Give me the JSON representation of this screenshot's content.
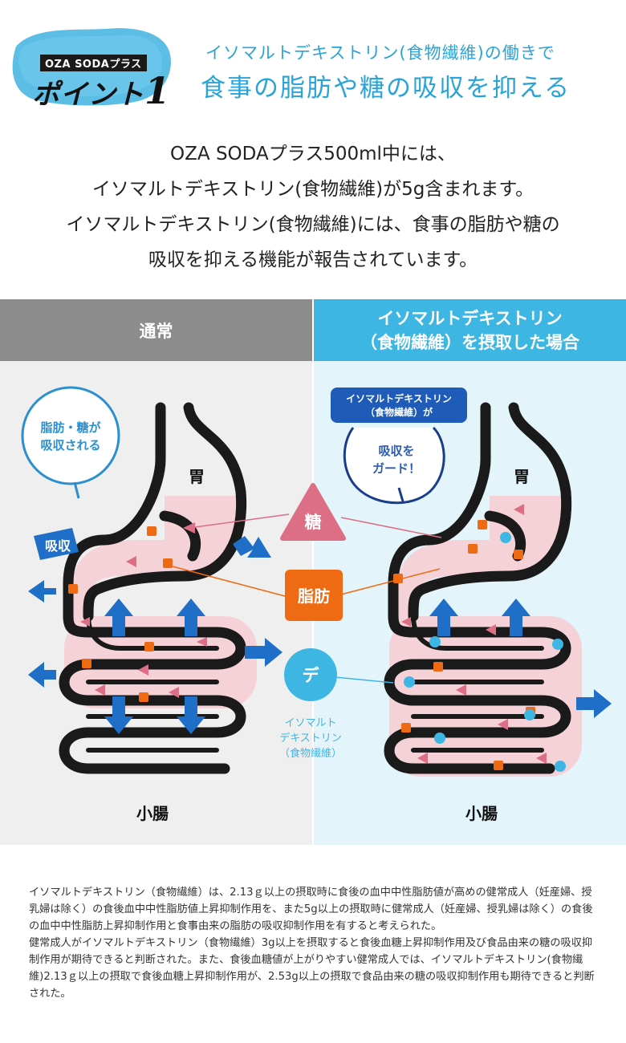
{
  "badge": {
    "sub": "OZA SODAプラス",
    "main": "ポイント",
    "num": "1"
  },
  "headline": {
    "line1": "イソマルトデキストリン(食物繊維)の働きで",
    "line2": "食事の脂肪や糖の吸収を抑える"
  },
  "intro": [
    "OZA SODAプラス500ml中には、",
    "イソマルトデキストリン(食物繊維)が5g含まれます。",
    "イソマルトデキストリン(食物繊維)には、食事の脂肪や糖の",
    "吸収を抑える機能が報告されています。"
  ],
  "diagram": {
    "left_header": "通常",
    "right_header_1": "イソマルトデキストリン",
    "right_header_2": "（食物繊維）を摂取した場合",
    "left_bubble": [
      "脂肪・糖が",
      "吸収される"
    ],
    "right_tag": [
      "イソマルトデキストリン",
      "（食物繊維）が"
    ],
    "right_bubble": [
      "吸収を",
      "ガード！"
    ],
    "stomach_label": "胃",
    "absorb_label": "吸収",
    "intestine_label": "小腸",
    "legend_sugar": "糖",
    "legend_fat": "脂肪",
    "legend_dextrin": "デ",
    "legend_dextrin_caption": [
      "イソマルト",
      "デキストリン",
      "（食物繊維）"
    ]
  },
  "colors": {
    "accent_blue": "#29a3d8",
    "panel_blue": "#3db6e4",
    "sugar_pink": "#dc6e86",
    "fat_orange": "#ee6b13",
    "arrow_blue": "#1f6ec7",
    "gut_fill": "#f5d2d8"
  },
  "footnote": [
    "イソマルトデキストリン（食物繊維）は、2.13ｇ以上の摂取時に食後の血中中性脂肪値が高めの健常成人（妊産婦、授乳婦は除く）の食後血中中性脂肪値上昇抑制作用を、また5g以上の摂取時に健常成人（妊産婦、授乳婦は除く）の食後の血中中性脂肪上昇抑制作用と食事由来の脂肪の吸収抑制作用を有すると考えられた。",
    "健常成人がイソマルトデキストリン（食物繊維）3g以上を摂取すると食後血糖上昇抑制作用及び食品由来の糖の吸収抑制作用が期待できると判断された。また、食後血糖値が上がりやすい健常成人では、イソマルトデキストリン(食物繊維)2.13ｇ以上の摂取で食後血糖上昇抑制作用が、2.53g以上の摂取で食品由来の糖の吸収抑制作用も期待できると判断された。"
  ]
}
